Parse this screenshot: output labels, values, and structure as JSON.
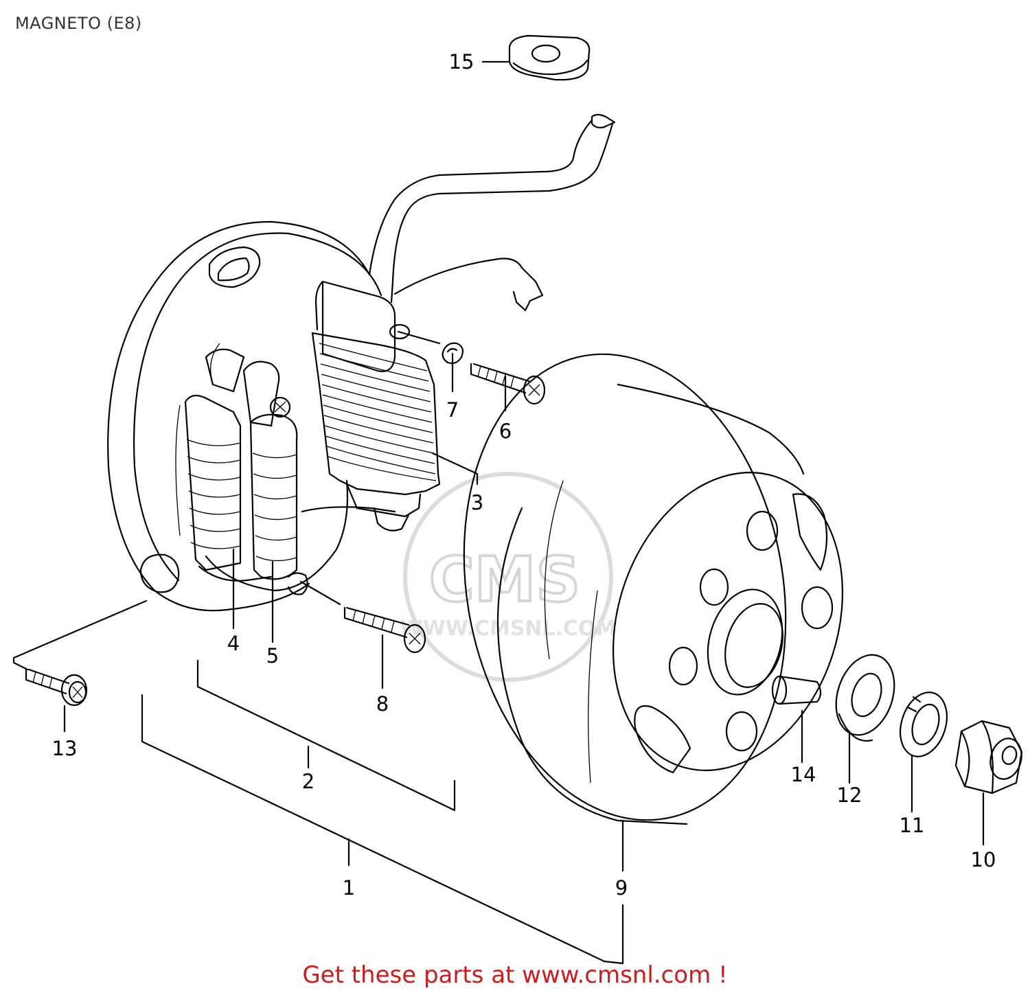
{
  "title": "MAGNETO (E8)",
  "footer": {
    "text": "Get these parts at www.cmsnl.com !",
    "accent_color": "#d11a1a"
  },
  "watermark": {
    "logo": "CMS",
    "url": "WWW.CMSNL.COM"
  },
  "callouts": {
    "c1": "1",
    "c2": "2",
    "c3": "3",
    "c4": "4",
    "c5": "5",
    "c6": "6",
    "c7": "7",
    "c8": "8",
    "c9": "9",
    "c10": "10",
    "c11": "11",
    "c12": "12",
    "c13": "13",
    "c14": "14",
    "c15": "15"
  }
}
